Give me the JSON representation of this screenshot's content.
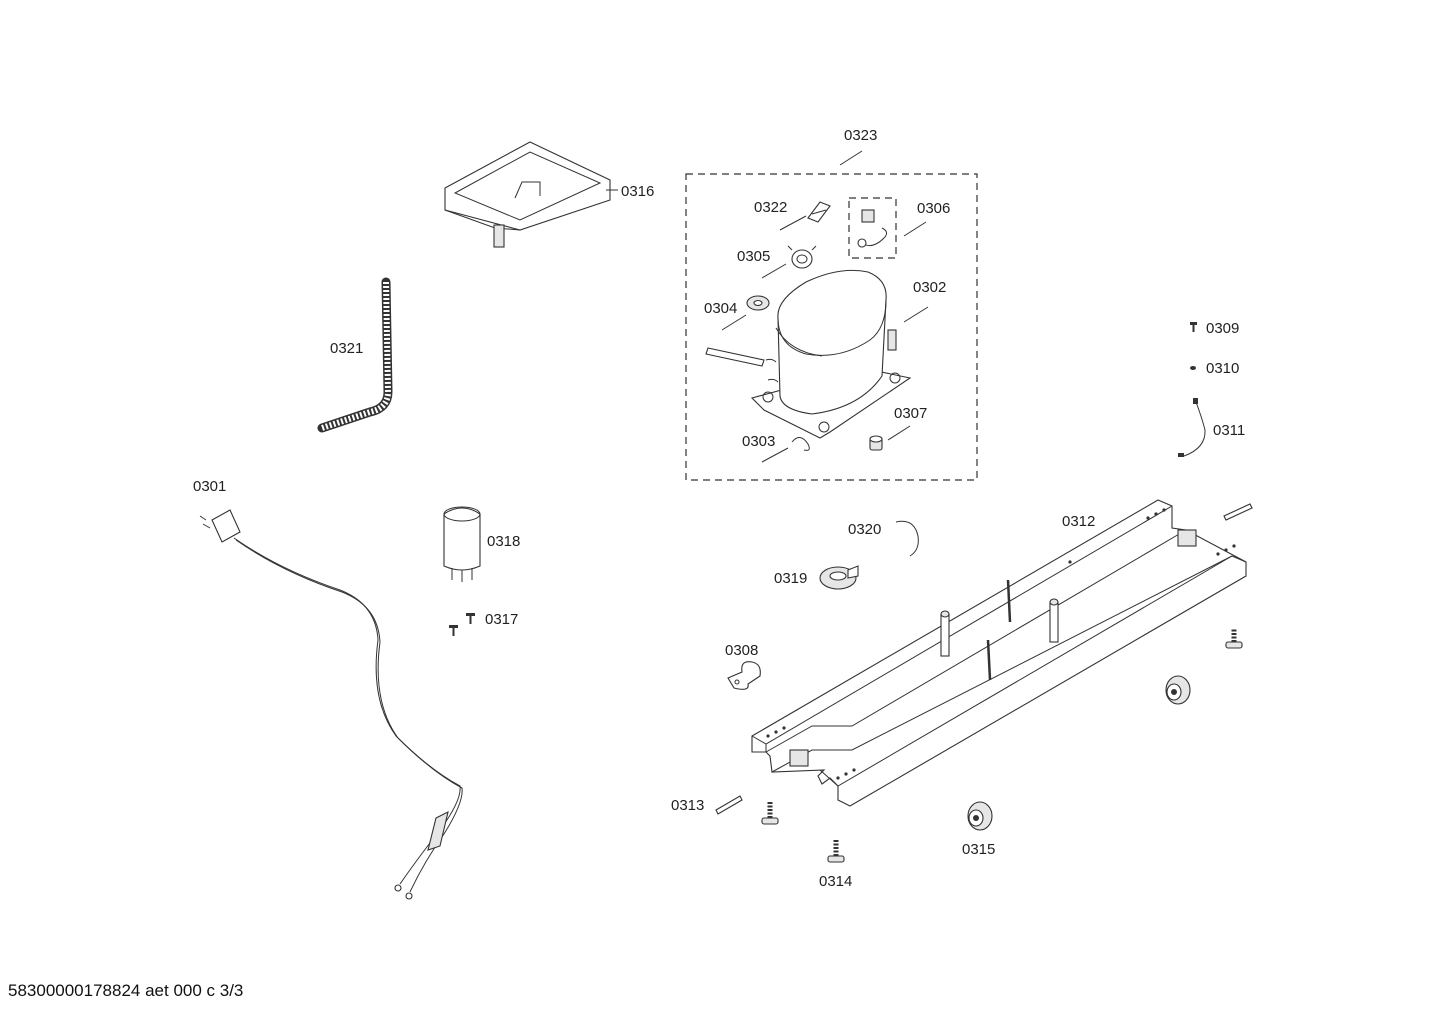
{
  "footer": {
    "doc_code": "58300000178824 aet 000 c 3/3"
  },
  "callouts": [
    {
      "id": "0323",
      "label": "0323"
    },
    {
      "id": "0316",
      "label": "0316"
    },
    {
      "id": "0322",
      "label": "0322"
    },
    {
      "id": "0306",
      "label": "0306"
    },
    {
      "id": "0305",
      "label": "0305"
    },
    {
      "id": "0304",
      "label": "0304"
    },
    {
      "id": "0302",
      "label": "0302"
    },
    {
      "id": "0321",
      "label": "0321"
    },
    {
      "id": "0309",
      "label": "0309"
    },
    {
      "id": "0310",
      "label": "0310"
    },
    {
      "id": "0307",
      "label": "0307"
    },
    {
      "id": "0303",
      "label": "0303"
    },
    {
      "id": "0311",
      "label": "0311"
    },
    {
      "id": "0301",
      "label": "0301"
    },
    {
      "id": "0318",
      "label": "0318"
    },
    {
      "id": "0312",
      "label": "0312"
    },
    {
      "id": "0320",
      "label": "0320"
    },
    {
      "id": "0319",
      "label": "0319"
    },
    {
      "id": "0317",
      "label": "0317"
    },
    {
      "id": "0308",
      "label": "0308"
    },
    {
      "id": "0313",
      "label": "0313"
    },
    {
      "id": "0315",
      "label": "0315"
    },
    {
      "id": "0314",
      "label": "0314"
    }
  ]
}
